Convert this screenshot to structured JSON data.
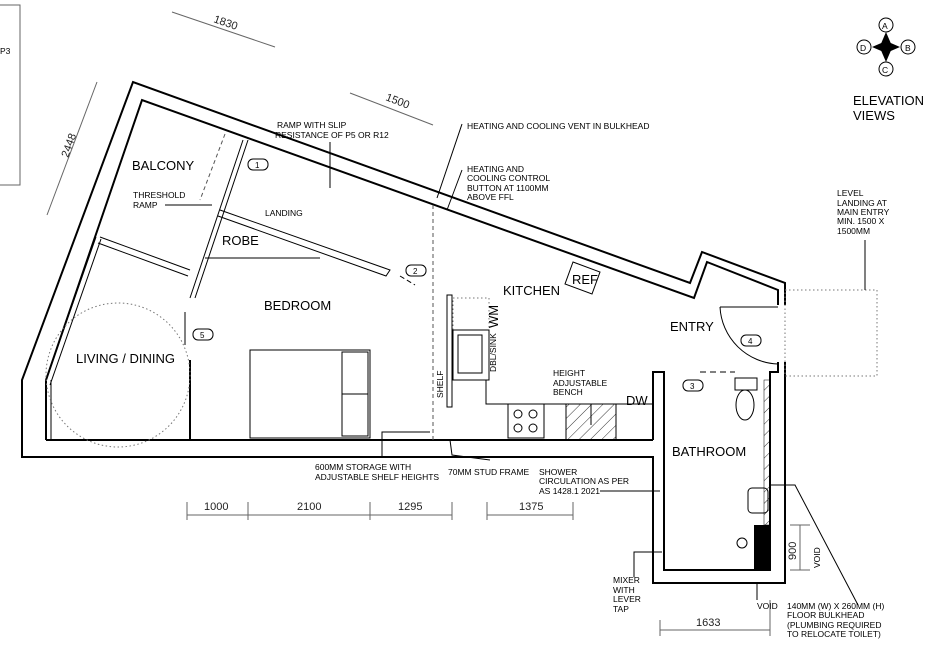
{
  "sheet_ref": "P3",
  "compass": {
    "a": "A",
    "b": "B",
    "c": "C",
    "d": "D",
    "title_line1": "ELEVATION",
    "title_line2": "VIEWS"
  },
  "rooms": {
    "balcony": "BALCONY",
    "robe": "ROBE",
    "bedroom": "BEDROOM",
    "living": "LIVING / DINING",
    "kitchen": "KITCHEN",
    "entry": "ENTRY",
    "bathroom": "BATHROOM"
  },
  "fixtures": {
    "ref": "REF",
    "wm": "WM",
    "sink": "DBL/SINK",
    "shelf": "SHELF",
    "dw": "DW"
  },
  "notes": {
    "ramp_1": "RAMP WITH SLIP",
    "ramp_2": "RESISTANCE OF P5 OR R12",
    "threshold_1": "THRESHOLD",
    "threshold_2": "RAMP",
    "landing": "LANDING",
    "vent": "HEATING AND COOLING VENT IN BULKHEAD",
    "control_1": "HEATING AND",
    "control_2": "COOLING CONTROL",
    "control_3": "BUTTON AT 1100MM",
    "control_4": "ABOVE FFL",
    "level_1": "LEVEL",
    "level_2": "LANDING AT",
    "level_3": "MAIN ENTRY",
    "level_4": "MIN. 1500 X",
    "level_5": "1500MM",
    "bench_1": "HEIGHT",
    "bench_2": "ADJUSTABLE",
    "bench_3": "BENCH",
    "storage_1": "600MM STORAGE WITH",
    "storage_2": "ADJUSTABLE SHELF HEIGHTS",
    "stud": "70MM STUD FRAME",
    "shower_1": "SHOWER",
    "shower_2": "CIRCULATION  AS PER",
    "shower_3": "AS 1428.1 2021",
    "mixer_1": "MIXER",
    "mixer_2": "WITH",
    "mixer_3": "LEVER",
    "mixer_4": "TAP",
    "void_bottom": "VOID",
    "void_side": "VOID",
    "bulkhead_1": "140MM (W) X 260MM (H)",
    "bulkhead_2": "FLOOR BULKHEAD",
    "bulkhead_3": "(PLUMBING REQUIRED",
    "bulkhead_4": "TO RELOCATE TOILET)"
  },
  "dimensions": {
    "d1830": "1830",
    "d1500": "1500",
    "d2448": "2448",
    "d1000": "1000",
    "d2100": "2100",
    "d1295": "1295",
    "d1375": "1375",
    "d1633": "1633",
    "d900": "900"
  },
  "view_tags": [
    "1",
    "2",
    "3",
    "4",
    "5"
  ]
}
